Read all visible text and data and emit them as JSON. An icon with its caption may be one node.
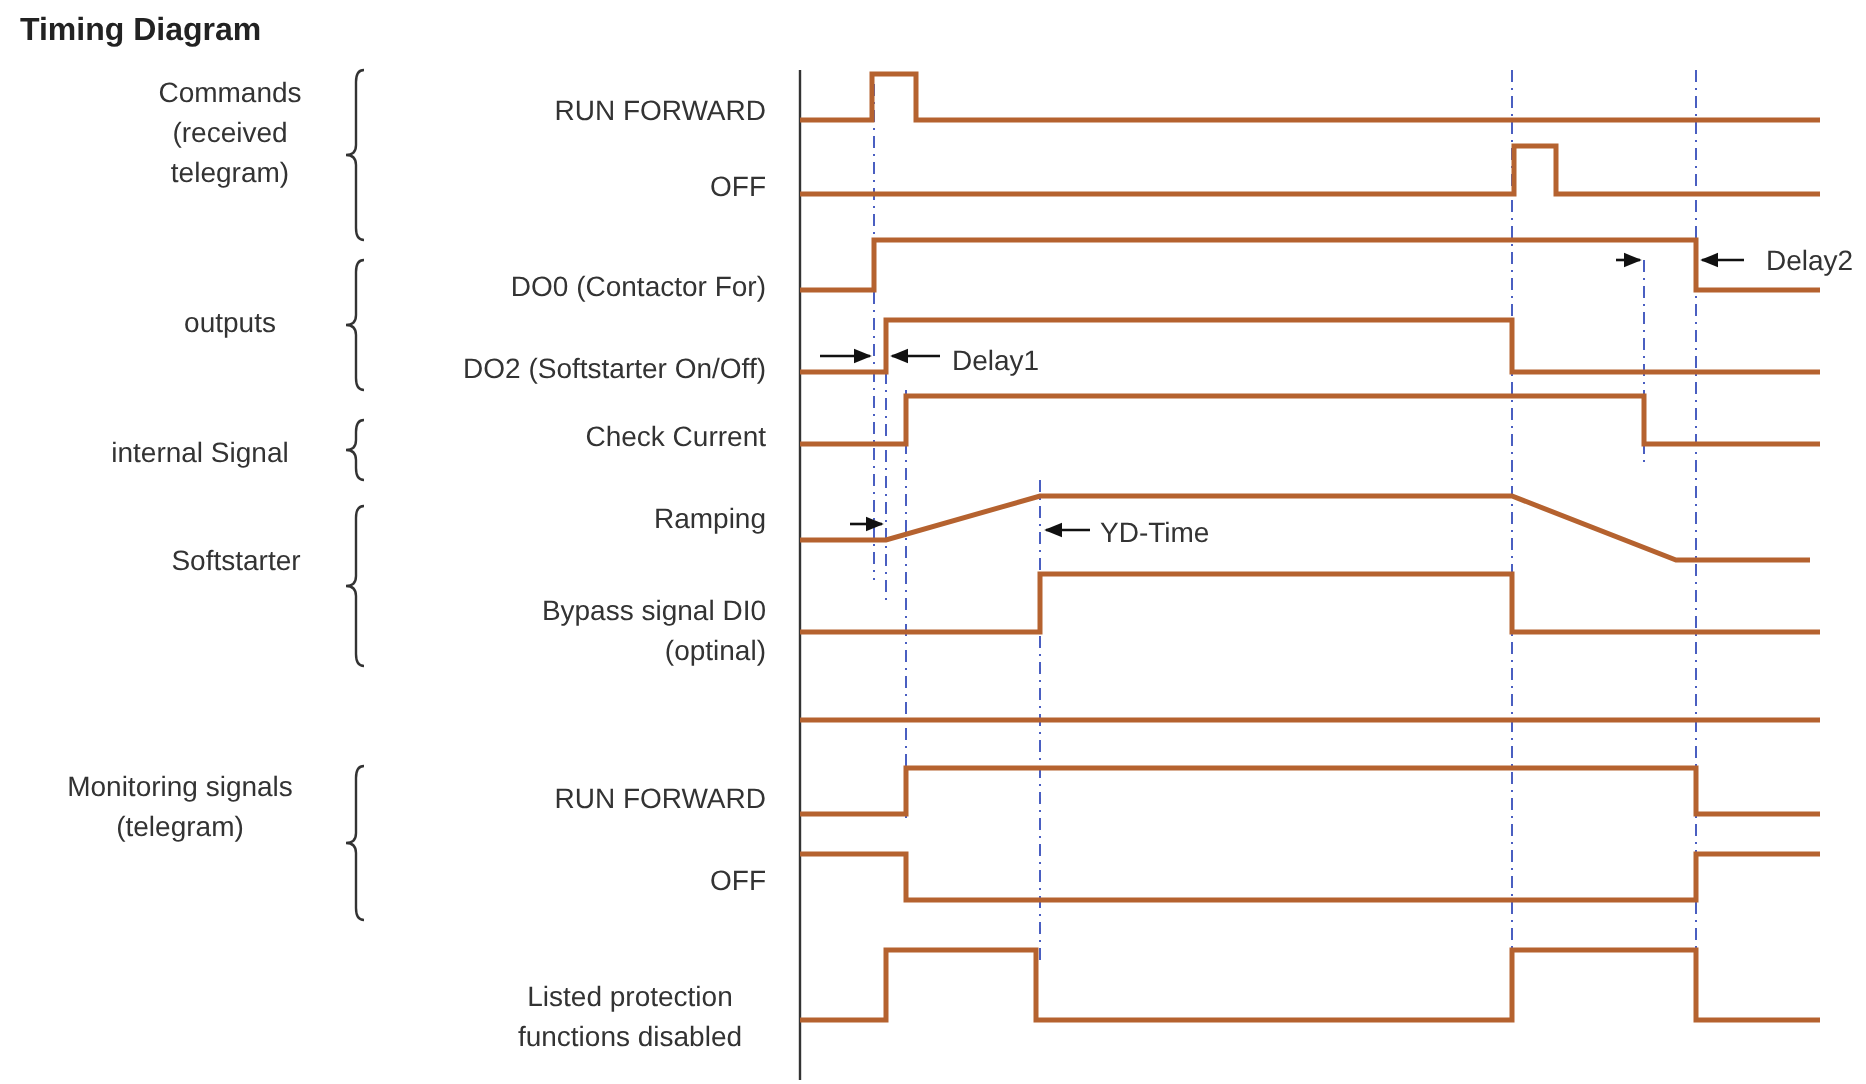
{
  "diagram": {
    "title": "Timing Diagram",
    "labels": [
      "Commands (received telegram)",
      "RUN FORWARD",
      "OFF",
      "DO0 (Contactor For)",
      "Delay2",
      "outputs",
      "DO2 (Softstarter On/Off)",
      "Delay1",
      "internal Signal",
      "Check Current",
      "Ramping",
      "YD-Time",
      "Softstarter",
      "Bypass signal DI0 (optinal)",
      "Monitoring signals (telegram)",
      "RUN FORWARD",
      "OFF",
      "Listed protection functions disabled"
    ]
  }
}
